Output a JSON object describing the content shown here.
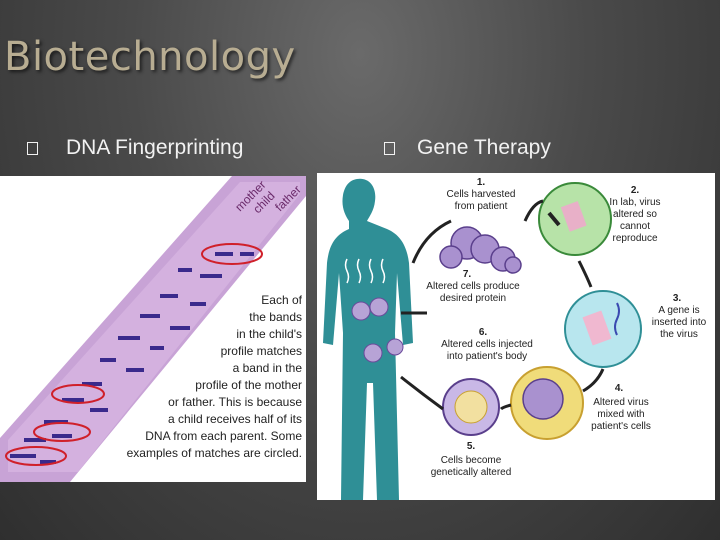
{
  "slide": {
    "title": "Biotechnology",
    "bullets": [
      {
        "label": "DNA Fingerprinting"
      },
      {
        "label": "Gene Therapy"
      }
    ]
  },
  "fingerprint": {
    "lane_labels": [
      "mother",
      "child",
      "father"
    ],
    "caption_lines": [
      "Each   of",
      "the bands",
      "in the child's",
      "profile matches",
      "a    band    in    the",
      "profile of the mother",
      "or father. This is because",
      "a child receives half of its",
      "DNA from each parent. Some",
      "examples of matches are circled."
    ]
  },
  "gene_therapy": {
    "steps": [
      {
        "num": "1.",
        "lines": [
          "Cells harvested",
          "from patient"
        ]
      },
      {
        "num": "2.",
        "lines": [
          "In lab, virus",
          "altered so",
          "cannot",
          "reproduce"
        ]
      },
      {
        "num": "3.",
        "lines": [
          "A gene is",
          "inserted into",
          "the virus"
        ]
      },
      {
        "num": "4.",
        "lines": [
          "Altered virus",
          "mixed with",
          "patient's cells"
        ]
      },
      {
        "num": "5.",
        "lines": [
          "Cells become",
          "genetically altered"
        ]
      },
      {
        "num": "6.",
        "lines": [
          "Altered cells injected",
          "into patient's body"
        ]
      },
      {
        "num": "7.",
        "lines": [
          "Altered cells produce",
          "desired protein"
        ]
      }
    ]
  },
  "colors": {
    "title": "#b8ad92",
    "body_figure": "#2f8f96",
    "gel": "#c9a6d8",
    "band": "#3a2a8c",
    "circle": "#d0202a"
  }
}
